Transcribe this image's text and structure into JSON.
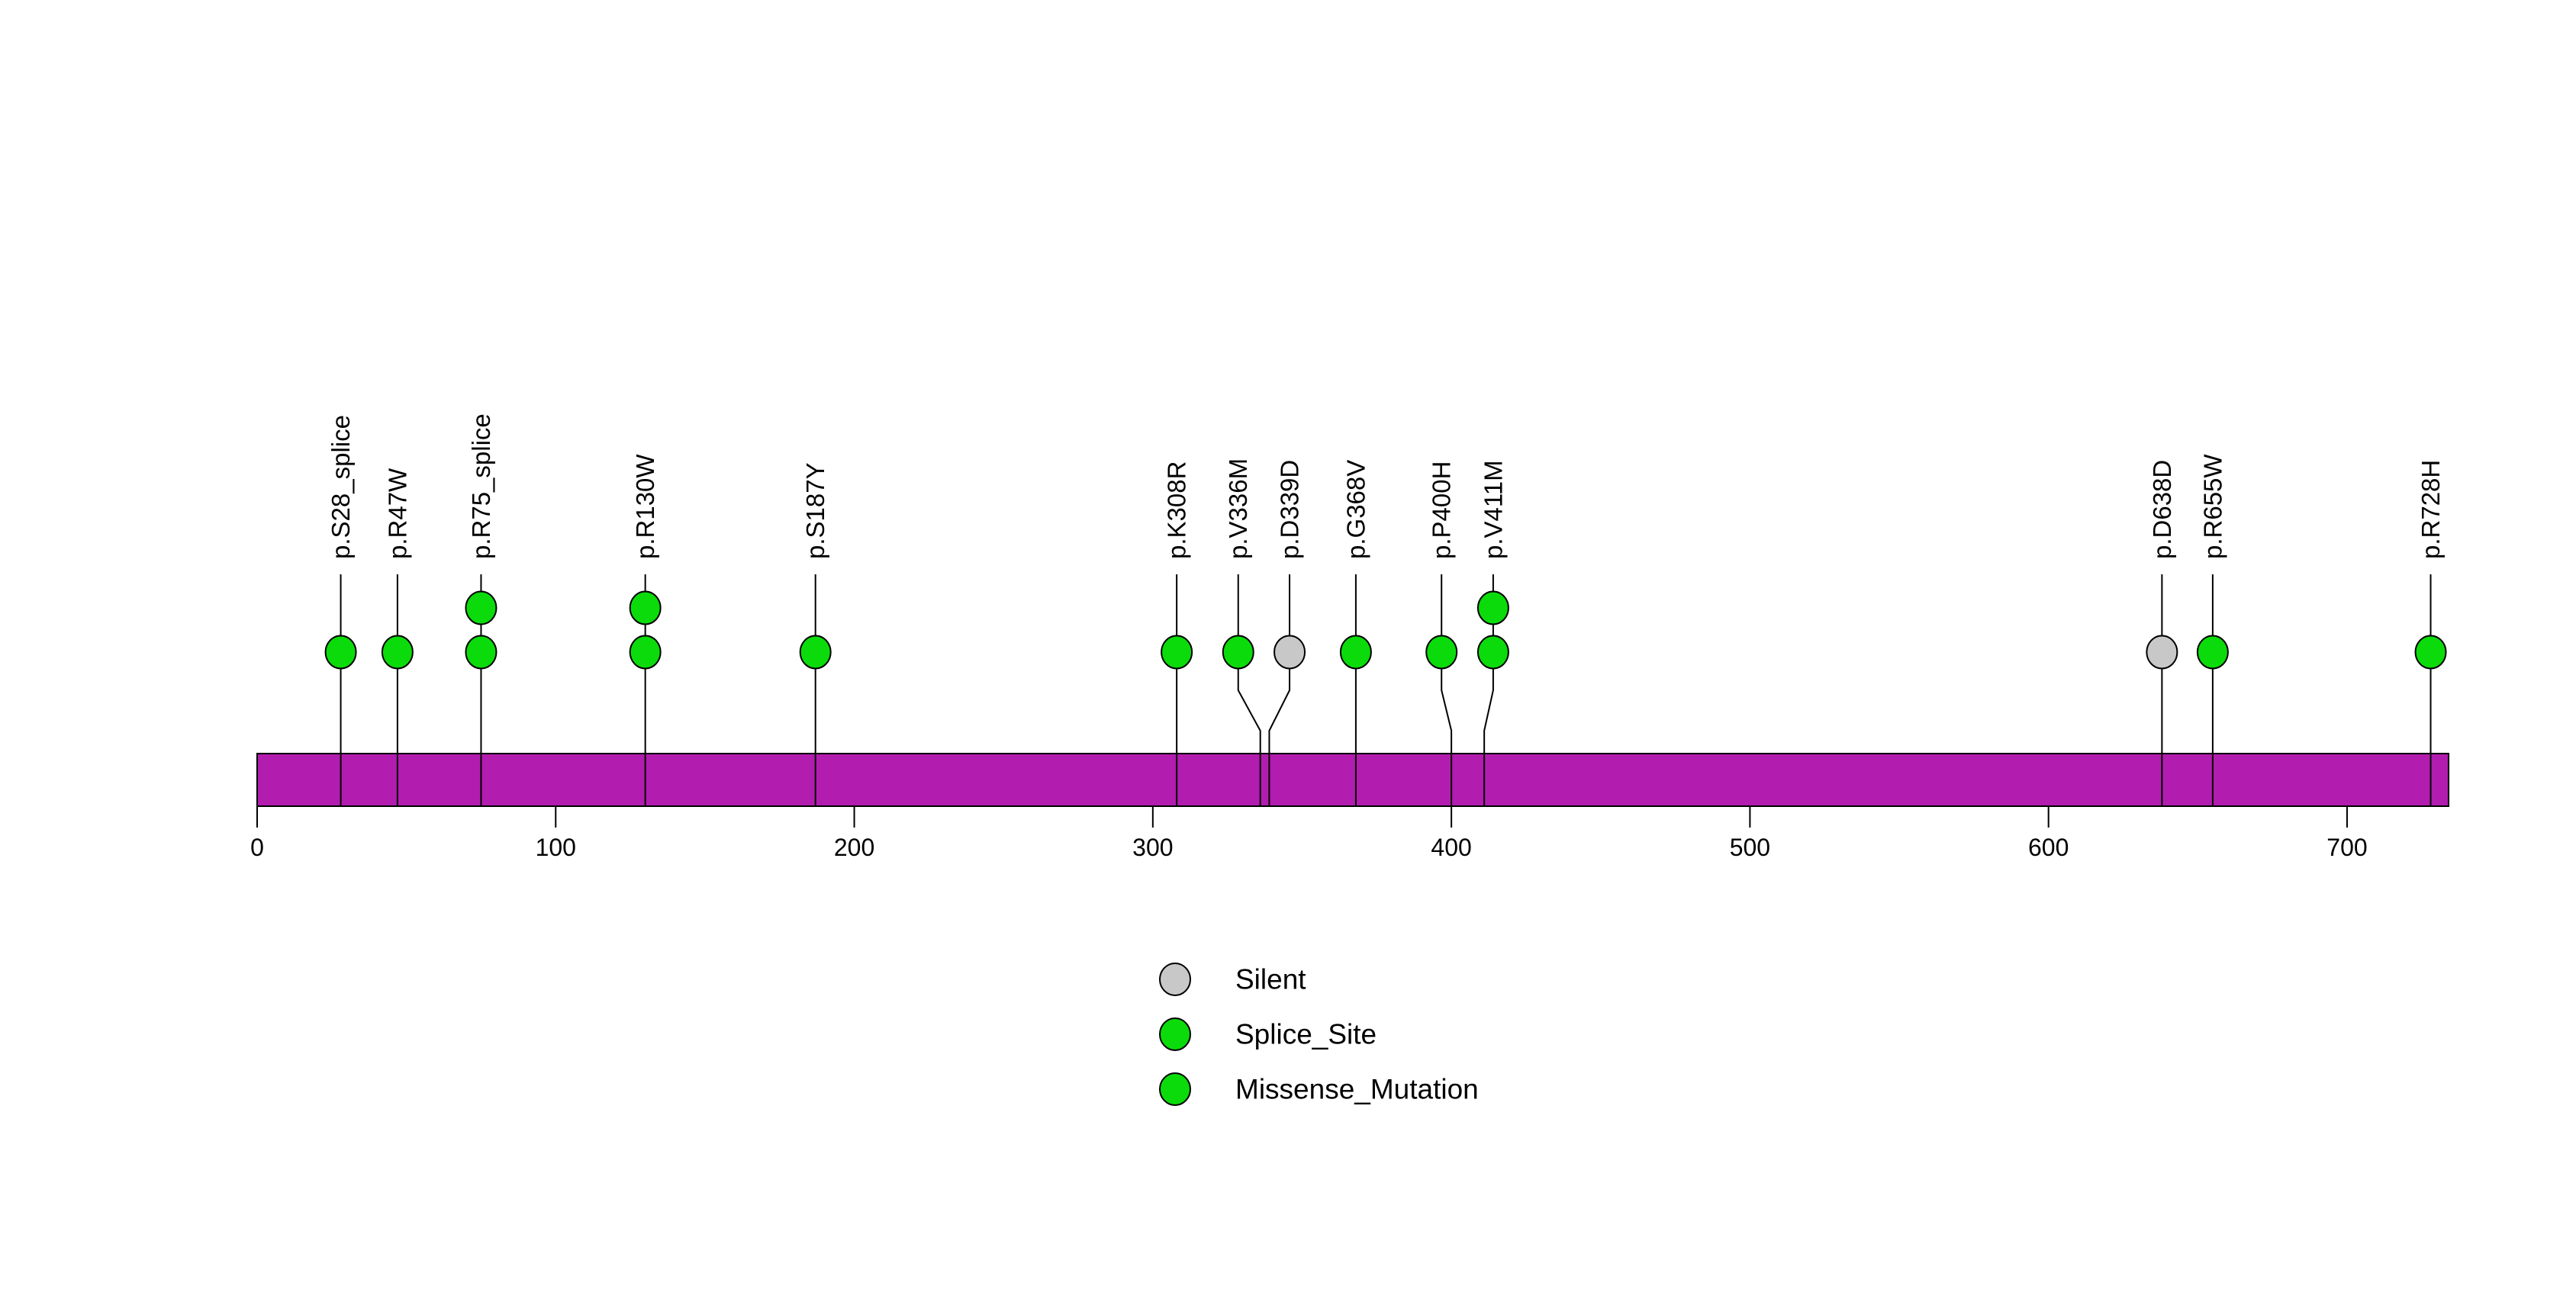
{
  "chart_data": {
    "type": "lollipop",
    "title": "",
    "xlabel": "",
    "ylabel": "",
    "xlim": [
      0,
      734
    ],
    "grid": false,
    "legend_position": "bottom-center",
    "axis": {
      "tick_values": [
        0,
        100,
        200,
        300,
        400,
        500,
        600,
        700
      ],
      "tick_labels": [
        "0",
        "100",
        "200",
        "300",
        "400",
        "500",
        "600",
        "700"
      ]
    },
    "protein_bar": {
      "start": 0,
      "end": 734,
      "color": "#B21DAF",
      "border_color": "#000000"
    },
    "colors": {
      "Silent": "#C8C8C8",
      "Splice_Site": "#0BDB0B",
      "Missense_Mutation": "#0BDB0B",
      "stick": "#000000",
      "circle_border": "#000000"
    },
    "mutations": [
      {
        "label": "p.S28_splice",
        "pos": 28,
        "count": 1,
        "type": "Splice_Site"
      },
      {
        "label": "p.R47W",
        "pos": 47,
        "count": 1,
        "type": "Missense_Mutation"
      },
      {
        "label": "p.R75_splice",
        "pos": 75,
        "count": 2,
        "type": "Splice_Site"
      },
      {
        "label": "p.R130W",
        "pos": 130,
        "count": 2,
        "type": "Missense_Mutation"
      },
      {
        "label": "p.S187Y",
        "pos": 187,
        "count": 1,
        "type": "Missense_Mutation"
      },
      {
        "label": "p.K308R",
        "pos": 308,
        "count": 1,
        "type": "Missense_Mutation"
      },
      {
        "label": "p.V336M",
        "pos": 336,
        "count": 1,
        "type": "Missense_Mutation",
        "display_pos": 328.6
      },
      {
        "label": "p.D339D",
        "pos": 339,
        "count": 1,
        "type": "Silent",
        "display_pos": 345.8
      },
      {
        "label": "p.G368V",
        "pos": 368,
        "count": 1,
        "type": "Missense_Mutation"
      },
      {
        "label": "p.P400H",
        "pos": 400,
        "count": 1,
        "type": "Missense_Mutation",
        "display_pos": 396.7
      },
      {
        "label": "p.V411M",
        "pos": 411,
        "count": 2,
        "type": "Missense_Mutation",
        "display_pos": 414.0
      },
      {
        "label": "p.D638D",
        "pos": 638,
        "count": 1,
        "type": "Silent"
      },
      {
        "label": "p.R655W",
        "pos": 655,
        "count": 1,
        "type": "Missense_Mutation"
      },
      {
        "label": "p.R728H",
        "pos": 728,
        "count": 1,
        "type": "Missense_Mutation"
      }
    ],
    "legend": [
      {
        "label": "Silent",
        "color": "#C8C8C8"
      },
      {
        "label": "Splice_Site",
        "color": "#0BDB0B"
      },
      {
        "label": "Missense_Mutation",
        "color": "#0BDB0B"
      }
    ]
  }
}
